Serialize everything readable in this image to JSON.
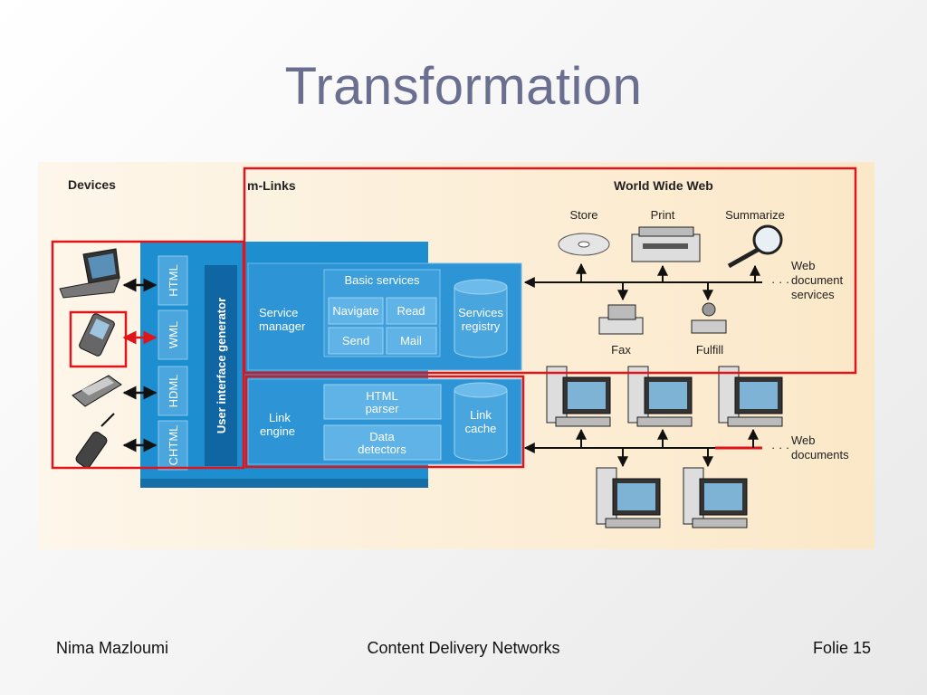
{
  "slide": {
    "title": "Transformation"
  },
  "footer": {
    "author": "Nima Mazloumi",
    "course": "Content Delivery Networks",
    "page": "Folie 15"
  },
  "diagram": {
    "devices_label": "Devices",
    "mlinks_label": "m-Links",
    "www_label": "World Wide Web",
    "markup_languages": [
      "HTML",
      "WML",
      "HDML",
      "CHTML"
    ],
    "ui_generator": "User interface generator",
    "service_manager": [
      "Service",
      "manager"
    ],
    "basic_services": {
      "title": "Basic services",
      "items": [
        "Navigate",
        "Read",
        "Send",
        "Mail"
      ]
    },
    "services_registry": [
      "Services",
      "registry"
    ],
    "link_engine": [
      "Link",
      "engine"
    ],
    "html_parser": [
      "HTML",
      "parser"
    ],
    "data_detectors": [
      "Data",
      "detectors"
    ],
    "link_cache": [
      "Link",
      "cache"
    ],
    "web_services": [
      "Store",
      "Print",
      "Summarize"
    ],
    "web_services_bottom": [
      "Fax",
      "Fulfill"
    ],
    "web_document_services": [
      "Web",
      "document",
      "services"
    ],
    "web_documents": [
      "Web",
      "documents"
    ],
    "ellipsis": "· · ·"
  },
  "colors": {
    "figure_bg": "#fdf0dc",
    "panel_blue": "#1d8ed0",
    "box_blue": "#4aa6dd",
    "highlight_red": "#e0141b"
  }
}
